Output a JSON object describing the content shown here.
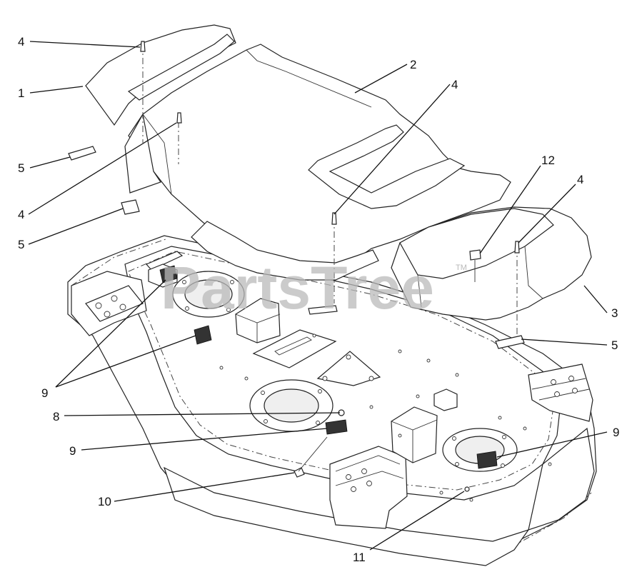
{
  "watermark": {
    "text": "PartsTree",
    "tm": "TM"
  },
  "callouts": [
    {
      "id": "c4a",
      "label": "4"
    },
    {
      "id": "c1",
      "label": "1"
    },
    {
      "id": "c5a",
      "label": "5"
    },
    {
      "id": "c4b",
      "label": "4"
    },
    {
      "id": "c5b",
      "label": "5"
    },
    {
      "id": "c2",
      "label": "2"
    },
    {
      "id": "c4c",
      "label": "4"
    },
    {
      "id": "c12",
      "label": "12"
    },
    {
      "id": "c4d",
      "label": "4"
    },
    {
      "id": "c3",
      "label": "3"
    },
    {
      "id": "c5c",
      "label": "5"
    },
    {
      "id": "c9a",
      "label": "9"
    },
    {
      "id": "c8",
      "label": "8"
    },
    {
      "id": "c9b",
      "label": "9"
    },
    {
      "id": "c10",
      "label": "10"
    },
    {
      "id": "c9c",
      "label": "9"
    },
    {
      "id": "c11",
      "label": "11"
    }
  ]
}
